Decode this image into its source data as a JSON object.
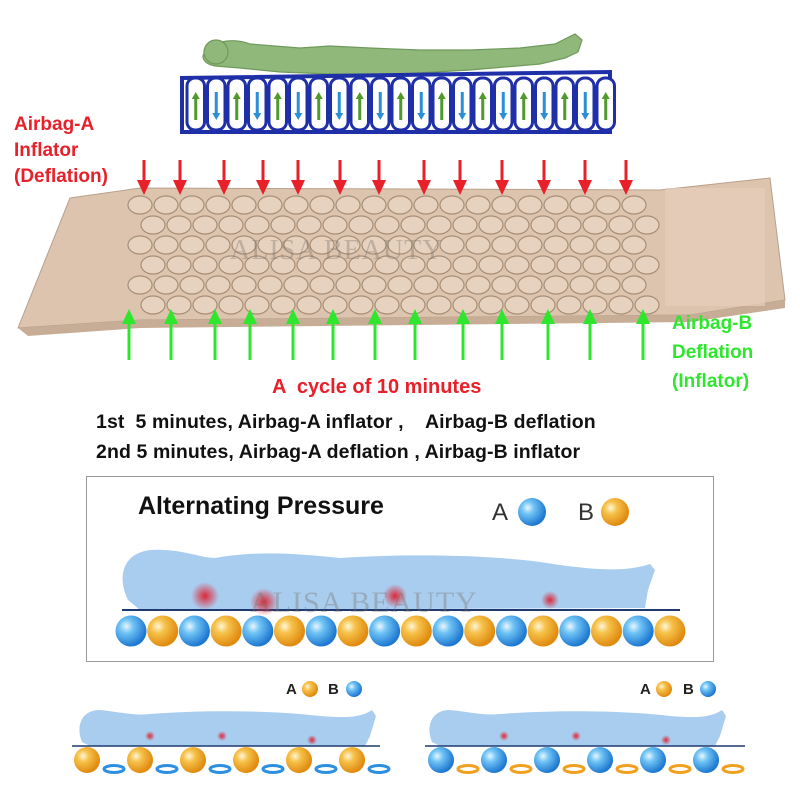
{
  "labels": {
    "airbag_a": [
      "Airbag-A",
      "Inflator",
      "(Deflation)"
    ],
    "airbag_b": [
      "Airbag-B",
      "Deflation",
      "(Inflator)"
    ],
    "cycle": "A  cycle of 10 minutes",
    "line1": "1st  5 minutes, Airbag-A inflator ,    Airbag-B deflation",
    "line2": "2nd 5 minutes, Airbag-A deflation , Airbag-B inflator"
  },
  "watermark": "ALISA BEAUTY",
  "main_panel": {
    "title": "Alternating Pressure",
    "legend": [
      {
        "letter": "A",
        "color": "blue"
      },
      {
        "letter": "B",
        "color": "orange"
      }
    ]
  },
  "small_left": {
    "legend_a": "A",
    "legend_b": "B"
  },
  "small_right": {
    "legend_a": "A",
    "legend_b": "B"
  },
  "colors": {
    "red": "#e8202a",
    "green": "#2fe62f",
    "blue": "#2d8fe0",
    "orange": "#f0a020",
    "body_blue": "#a9cdef",
    "mat": "#dcc4ae"
  }
}
